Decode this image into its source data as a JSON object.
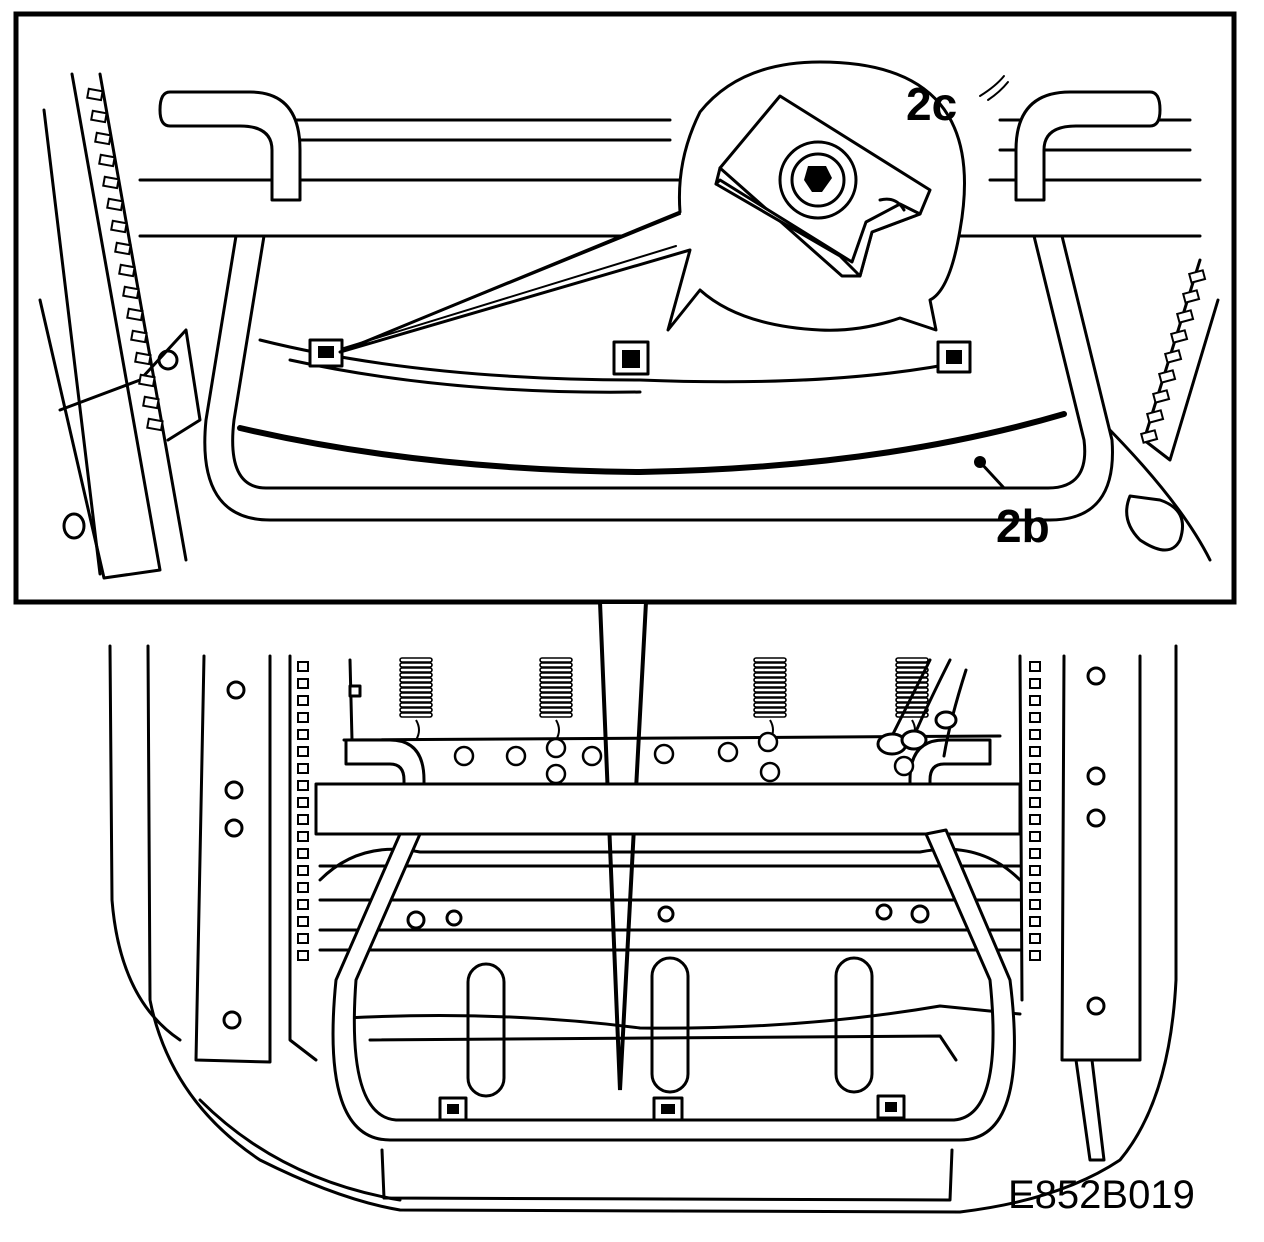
{
  "labels": {
    "clip_callout": "2c",
    "rail_callout": "2b",
    "figure_code": "E852B019"
  },
  "colors": {
    "line": "#000000",
    "background": "#ffffff"
  }
}
